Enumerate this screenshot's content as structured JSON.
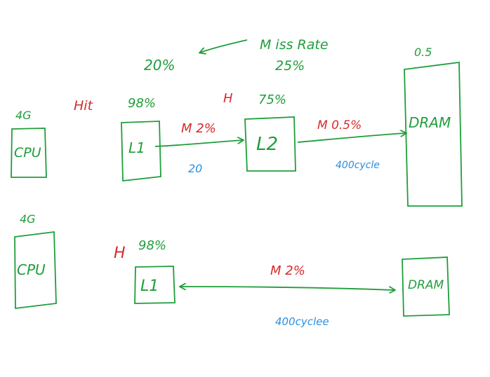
{
  "colors": {
    "green": "#1f9e3a",
    "red": "#d62b2b",
    "blue": "#2b8fe0",
    "background": "#ffffff"
  },
  "annotations": {
    "miss_rate_label": "M iss Rate",
    "miss_rate_value": "25%",
    "derived_rate": "20%"
  },
  "top": {
    "cpu_label": "CPU",
    "cpu_freq": "4G",
    "hit_label": "Hit",
    "l1_label": "L1",
    "l1_hit": "98%",
    "l1_to_l2_miss": "M 2%",
    "l1_to_l2_latency": "20",
    "l2_label": "L2",
    "l2_h": "H",
    "l2_hit": "75%",
    "l2_to_dram_miss": "M 0.5%",
    "l2_to_dram_latency": "400cycle",
    "dram_label": "DRAM",
    "dram_value": "0.5"
  },
  "bottom": {
    "cpu_label": "CPU",
    "cpu_freq": "4G",
    "h_label": "H",
    "l1_hit": "98%",
    "l1_label": "L1",
    "l1_to_dram_miss": "M 2%",
    "l1_to_dram_latency": "400cyclee",
    "dram_label": "DRAM"
  }
}
